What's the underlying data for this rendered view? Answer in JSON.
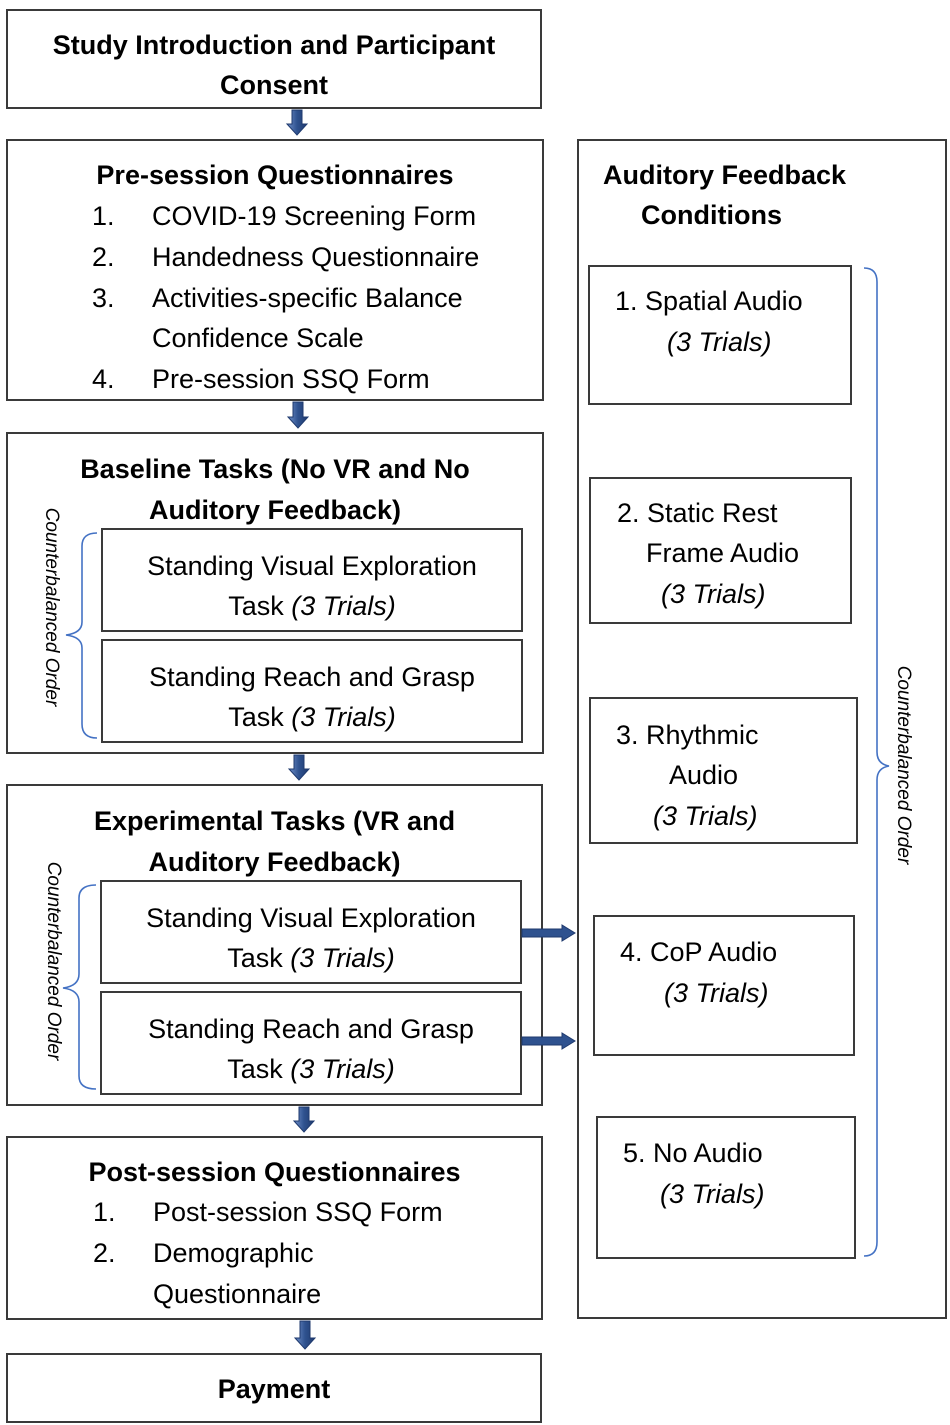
{
  "intro": {
    "line1": "Study Introduction and Participant",
    "line2": "Consent"
  },
  "pre_session": {
    "title": "Pre-session Questionnaires",
    "items": [
      {
        "num": "1.",
        "text": "COVID-19 Screening Form"
      },
      {
        "num": "2.",
        "text": "Handedness Questionnaire"
      },
      {
        "num": "3.",
        "text": "Activities-specific Balance",
        "text2": "Confidence Scale"
      },
      {
        "num": "4.",
        "text": "Pre-session SSQ Form"
      }
    ]
  },
  "baseline": {
    "title_line1": "Baseline Tasks (No VR and No",
    "title_line2": "Auditory Feedback)",
    "side_label": "Counterbalanced Order",
    "task1_line1": "Standing Visual Exploration",
    "task1_line2a": "Task ",
    "task1_line2b": "(3 Trials)",
    "task2_line1": "Standing Reach and Grasp",
    "task2_line2a": "Task ",
    "task2_line2b": "(3 Trials)"
  },
  "experimental": {
    "title_line1": "Experimental Tasks (VR and",
    "title_line2": "Auditory Feedback)",
    "side_label": "Counterbalanced Order",
    "task1_line1": "Standing Visual Exploration",
    "task1_line2a": "Task ",
    "task1_line2b": "(3 Trials)",
    "task2_line1": "Standing Reach and Grasp",
    "task2_line2a": "Task ",
    "task2_line2b": "(3 Trials)"
  },
  "post_session": {
    "title": "Post-session Questionnaires",
    "items": [
      {
        "num": "1.",
        "text": "Post-session SSQ Form"
      },
      {
        "num": "2.",
        "text": "Demographic",
        "text2": "Questionnaire"
      }
    ]
  },
  "payment": {
    "label": "Payment"
  },
  "auditory": {
    "title_line1": "Auditory Feedback",
    "title_line2": "Conditions",
    "side_label": "Counterbalanced Order",
    "conditions": [
      {
        "line1": "1. Spatial Audio",
        "trials": "(3 Trials)"
      },
      {
        "line1": "2. Static Rest",
        "line2": "Frame Audio",
        "trials": "(3 Trials)"
      },
      {
        "line1": "3. Rhythmic",
        "line2": "Audio",
        "trials": "(3 Trials)"
      },
      {
        "line1": "4. CoP Audio",
        "trials": "(3 Trials)"
      },
      {
        "line1": "5. No Audio",
        "trials": "(3 Trials)"
      }
    ]
  },
  "colors": {
    "arrow": "#2f528f",
    "bracket": "#4472c4",
    "border": "#3a3a3a"
  }
}
